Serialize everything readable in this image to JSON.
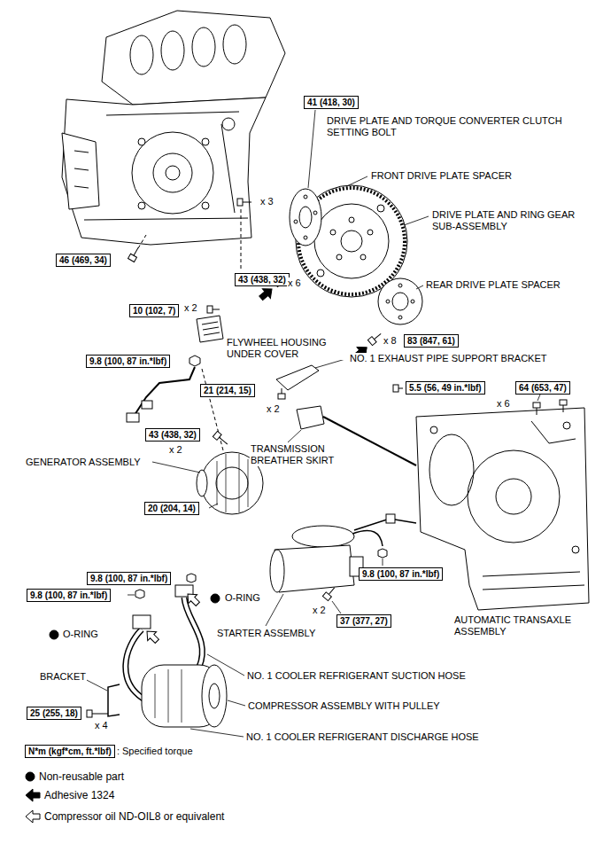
{
  "diagram": {
    "nodes": [
      {
        "text": [
          "41 (418, 30)"
        ]
      },
      {
        "text": [
          "46 (469, 34)"
        ]
      },
      {
        "text": [
          "43 (438, 32)"
        ]
      },
      {
        "text": [
          "10 (102, 7)"
        ]
      },
      {
        "text": [
          "83 (847, 61)"
        ]
      },
      {
        "text": [
          "9.8 (100, 87 in.*lbf)"
        ]
      },
      {
        "text": [
          "21 (214, 15)"
        ]
      },
      {
        "text": [
          "5.5 (56, 49 in.*lbf)"
        ]
      },
      {
        "text": [
          "64 (653, 47)"
        ]
      },
      {
        "text": [
          "43 (438, 32)"
        ]
      },
      {
        "text": [
          "20 (204, 14)"
        ]
      },
      {
        "text": [
          "9.8 (100, 87 in.*lbf)"
        ]
      },
      {
        "text": [
          "9.8 (100, 87 in.*lbf)"
        ]
      },
      {
        "text": [
          "9.8 (100, 87 in.*lbf)"
        ]
      },
      {
        "text": [
          "37 (377, 27)"
        ]
      },
      {
        "text": [
          "25 (255, 18)"
        ]
      },
      {
        "text": [
          "N*m (kgf*cm, ft.*lbf)",
          ": Specified torque"
        ]
      }
    ],
    "labels": [
      "DRIVE PLATE AND TORQUE CONVERTER CLUTCH SETTING BOLT",
      "FRONT DRIVE PLATE SPACER",
      "DRIVE PLATE AND RING GEAR SUB-ASSEMBLY",
      "x 3",
      "REAR DRIVE PLATE SPACER",
      "x 6",
      "x 8",
      "x 2",
      "FLYWHEEL HOUSING UNDER COVER",
      "NO. 1 EXHAUST PIPE SUPPORT BRACKET",
      "x 2",
      "x 6",
      "x 2",
      "GENERATOR ASSEMBLY",
      "TRANSMISSION BREATHER SKIRT",
      "STARTER ASSEMBLY",
      "x 2",
      "AUTOMATIC TRANSAXLE ASSEMBLY",
      "O-RING",
      "O-RING",
      "NO. 1 COOLER REFRIGERANT SUCTION HOSE",
      "BRACKET",
      "x 4",
      "COMPRESSOR ASSEMBLY WITH PULLEY",
      "NO. 1 COOLER REFRIGERANT DISCHARGE HOSE"
    ],
    "legend": [
      {
        "text": "Non-reusable part"
      },
      {
        "text": "Adhesive 1324"
      },
      {
        "text": "Compressor oil ND-OIL8 or equivalent"
      }
    ]
  }
}
